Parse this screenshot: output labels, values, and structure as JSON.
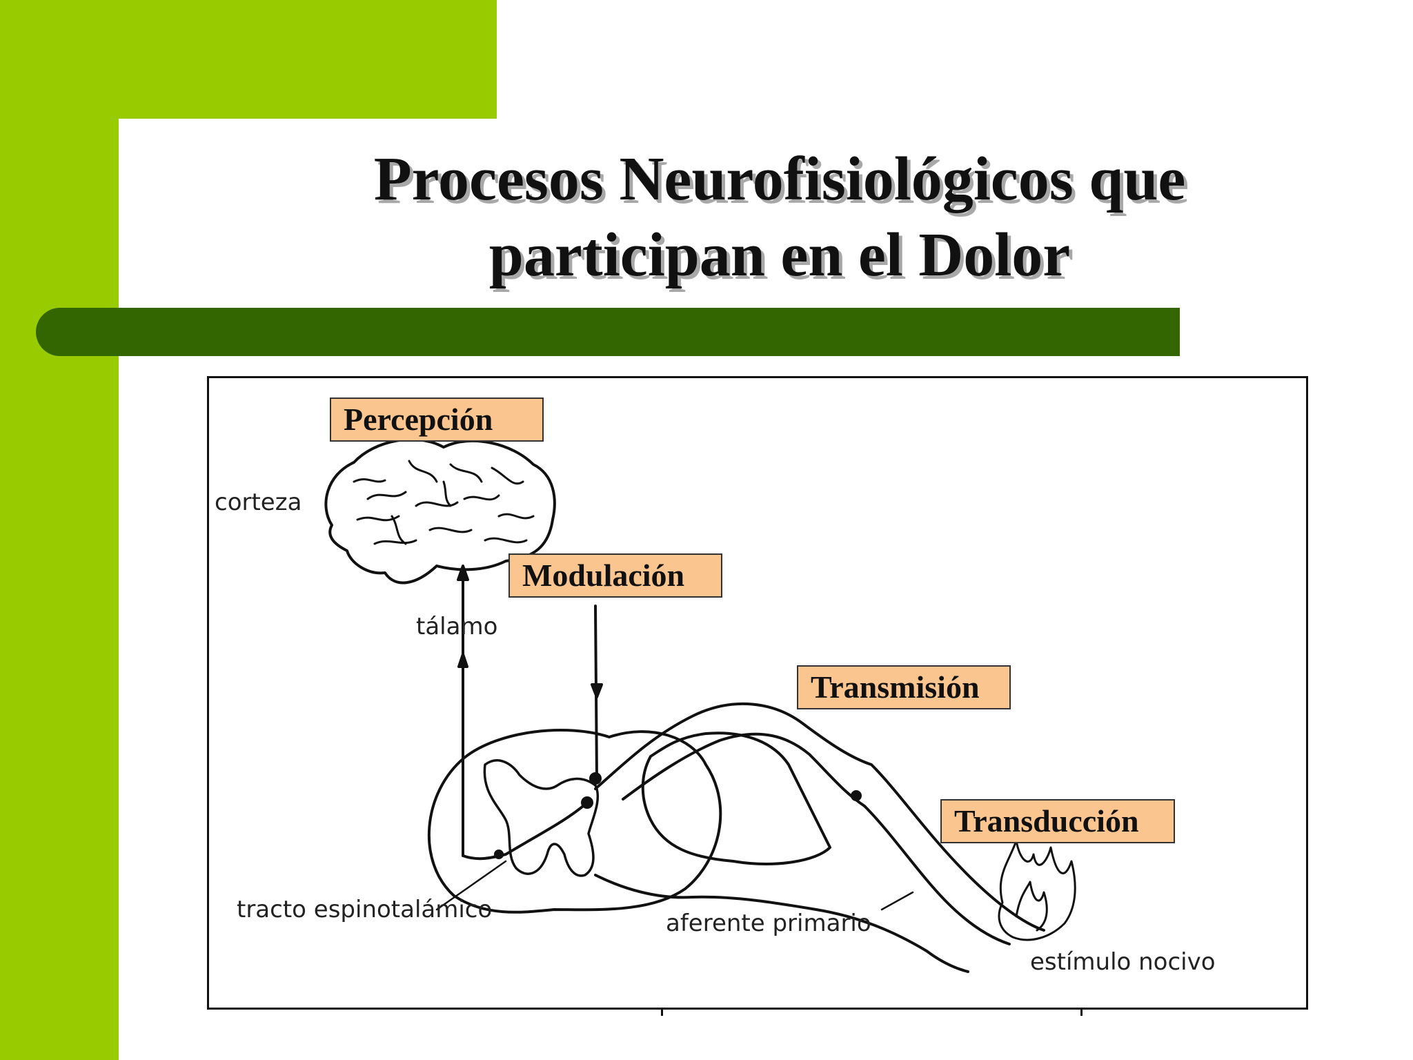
{
  "slide": {
    "title_line1": "Procesos Neurofisiológicos que",
    "title_line2": "participan en el Dolor",
    "colors": {
      "side_band": "#99cc00",
      "title_bar": "#336600",
      "stage_box": "#fbc590"
    }
  },
  "diagram": {
    "stages": {
      "percepcion": "Percepción",
      "modulacion": "Modulación",
      "transmision": "Transmisión",
      "transduccion": "Transducción"
    },
    "labels": {
      "corteza": "corteza",
      "talamo": "tálamo",
      "tracto": "tracto espinotalámico",
      "aferente": "aferente primario",
      "estimulo": "estímulo nocivo"
    }
  }
}
